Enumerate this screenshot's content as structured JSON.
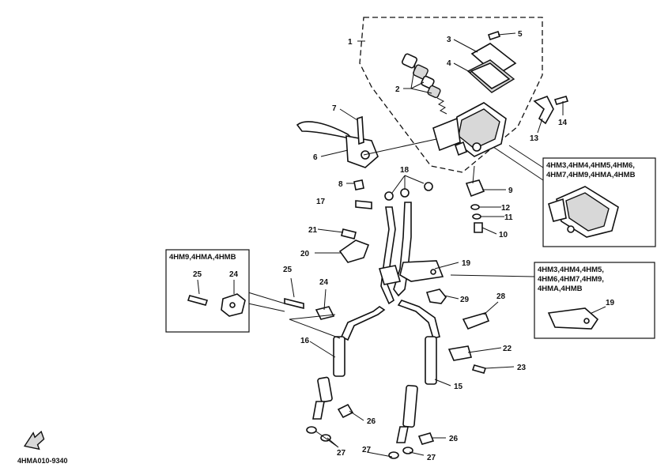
{
  "callouts": {
    "c1": "1",
    "c2": "2",
    "c3": "3",
    "c4": "4",
    "c5": "5",
    "c6": "6",
    "c7": "7",
    "c8": "8",
    "c9": "9",
    "c10": "10",
    "c11": "11",
    "c12": "12",
    "c13": "13",
    "c14": "14",
    "c15": "15",
    "c16": "16",
    "c17": "17",
    "c18": "18",
    "c19": "19",
    "c20": "20",
    "c21": "21",
    "c22": "22",
    "c23": "23",
    "c24": "24",
    "c25": "25",
    "c26": "26",
    "c27": "27",
    "c28": "28",
    "c29": "29"
  },
  "boxes": {
    "master": {
      "line1": "4HM3,4HM4,4HM5,4HM6,",
      "line2": "4HM7,4HM9,4HMA,4HMB"
    },
    "bracket": {
      "line1": "4HM9,4HMA,4HMB",
      "label25": "25",
      "label24": "24"
    },
    "joint": {
      "line1": "4HM3,4HM4,4HM5,",
      "line2": "4HM6,4HM7,4HM9,",
      "line3": "4HMA,4HMB",
      "label19": "19"
    }
  },
  "diagram_code": "4HMA010-9340"
}
